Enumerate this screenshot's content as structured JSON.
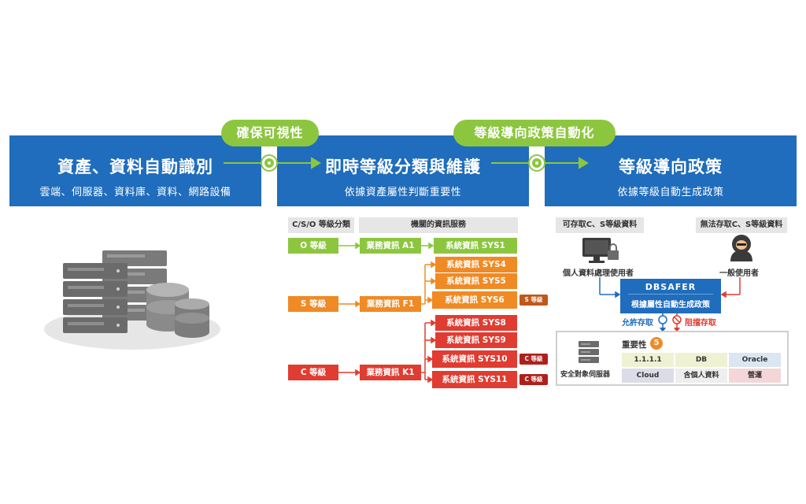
{
  "header": {
    "col1": {
      "title": "資產、資料自動識別",
      "subtitle": "雲端、伺服器、資料庫、資料、網路設備"
    },
    "col2": {
      "title": "即時等級分類與維護",
      "subtitle": "依據資產屬性判斷重要性"
    },
    "col3": {
      "title": "等級導向政策",
      "subtitle": "依據等級自動生成政策"
    },
    "pill1": "確保可視性",
    "pill2": "等級導向政策自動化"
  },
  "classify": {
    "head_left": "C/S/O 等級分類",
    "head_right": "機關的資訊服務",
    "o_grade": "O 等級",
    "s_grade": "S 等級",
    "c_grade": "C 等級",
    "biz_a1": "業務資訊 A1",
    "biz_f1": "業務資訊 F1",
    "biz_k1": "業務資訊 K1",
    "sys1": "系統資訊 SYS1",
    "sys4": "系統資訊 SYS4",
    "sys5": "系統資訊 SYS5",
    "sys6": "系統資訊 SYS6",
    "sys8": "系統資訊 SYS8",
    "sys9": "系統資訊 SYS9",
    "sys10": "系統資訊 SYS10",
    "sys11": "系統資訊 SYS11",
    "tag_s": "S 等級",
    "tag_c1": "C 等級",
    "tag_c2": "C 等級"
  },
  "policy": {
    "head_allowed": "可存取C、S等級資料",
    "head_denied": "無法存取C、S等級資料",
    "user_privileged": "個人資料處理使用者",
    "user_general": "一般使用者",
    "logo": "DBSAFER",
    "engine": "根據屬性自動生成政策",
    "allow": "允許存取",
    "block": "阻擋存取",
    "server_label": "安全對象伺服器",
    "importance_label": "重要性",
    "importance_value": "5",
    "props": [
      "1.1.1.1",
      "DB",
      "Oracle",
      "Cloud",
      "含個人資料",
      "營運"
    ]
  },
  "colors": {
    "blue": "#1f6dbc",
    "green": "#8cc63f",
    "orange": "#f08a24",
    "red": "#e03c31"
  }
}
